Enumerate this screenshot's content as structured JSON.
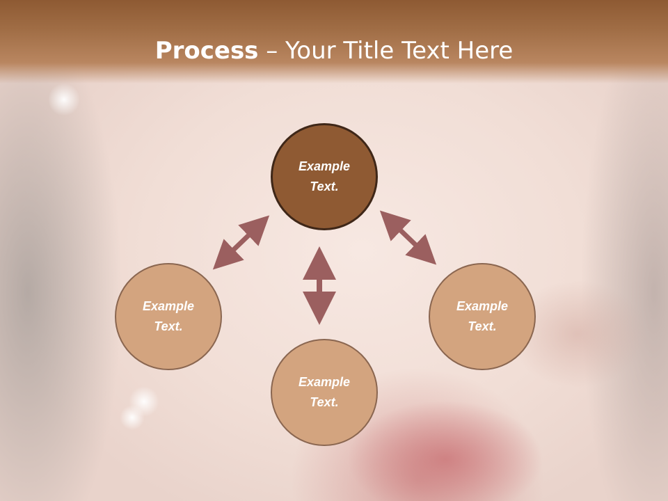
{
  "slide": {
    "title_bold": "Process",
    "title_rest": " – Your Title Text Here"
  },
  "nodes": {
    "top": {
      "line1": "Example",
      "line2": "Text."
    },
    "left": {
      "line1": "Example",
      "line2": "Text."
    },
    "right": {
      "line1": "Example",
      "line2": "Text."
    },
    "bottom": {
      "line1": "Example",
      "line2": "Text."
    }
  },
  "colors": {
    "title_bar": "#a06d45",
    "main_node": "#8f5a33",
    "sub_node": "#d3a47f",
    "arrow": "#9b5f5f"
  }
}
